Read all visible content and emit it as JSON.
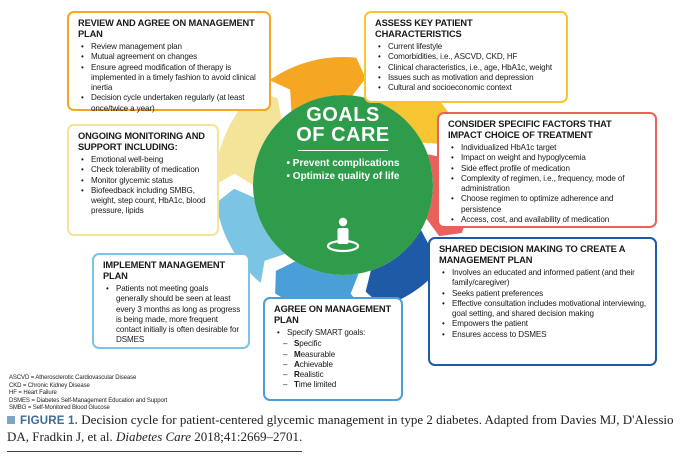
{
  "center": {
    "title_line1": "GOALS",
    "title_line2": "OF CARE",
    "goals": [
      "• Prevent complications",
      "• Optimize quality of life"
    ]
  },
  "boxes": {
    "review": {
      "title": "REVIEW AND AGREE ON MANAGEMENT PLAN",
      "items": [
        "Review management plan",
        "Mutual agreement on changes",
        "Ensure agreed modification of therapy is implemented in a timely fashion to avoid clinical inertia",
        "Decision cycle undertaken regularly (at least once/twice a year)"
      ]
    },
    "assess": {
      "title": "ASSESS KEY PATIENT CHARACTERISTICS",
      "items": [
        "Current lifestyle",
        "Comorbidities, i.e., ASCVD, CKD, HF",
        "Clinical characteristics, i.e., age, HbA1c, weight",
        "Issues such as motivation and depression",
        "Cultural and socioeconomic context"
      ]
    },
    "consider": {
      "title": "CONSIDER SPECIFIC FACTORS THAT IMPACT CHOICE OF TREATMENT",
      "items": [
        "Individualized HbA1c target",
        "Impact on weight and hypoglycemia",
        "Side effect profile of medication",
        "Complexity of regimen, i.e., frequency, mode of administration",
        "Choose regimen to optimize adherence and persistence",
        "Access, cost, and availability of medication"
      ]
    },
    "shared": {
      "title": "SHARED DECISION MAKING TO CREATE A MANAGEMENT PLAN",
      "items": [
        "Involves an educated and informed patient (and their family/caregiver)",
        "Seeks patient preferences",
        "Effective consultation includes motivational interviewing, goal setting, and shared decision making",
        "Empowers the patient",
        "Ensures access to DSMES"
      ]
    },
    "agree": {
      "title": "AGREE ON MANAGEMENT PLAN",
      "items": [
        "Specify SMART goals:"
      ],
      "smart": [
        {
          "letter": "S",
          "rest": "pecific"
        },
        {
          "letter": "M",
          "rest": "easurable"
        },
        {
          "letter": "A",
          "rest": "chievable"
        },
        {
          "letter": "R",
          "rest": "ealistic"
        },
        {
          "letter": "T",
          "rest": "ime limited"
        }
      ]
    },
    "implement": {
      "title": "IMPLEMENT MANAGEMENT PLAN",
      "items": [
        "Patients not meeting goals generally should be seen at least every 3 months as long as progress is being made, more frequent contact initially is often desirable for DSMES"
      ]
    },
    "ongoing": {
      "title": "ONGOING MONITORING AND SUPPORT INCLUDING:",
      "items": [
        "Emotional well-being",
        "Check tolerability of medication",
        "Monitor glycemic status",
        "Biofeedback including SMBG, weight, step count, HbA1c, blood pressure, lipids"
      ]
    }
  },
  "abbreviations": [
    "ASCVD = Atherosclerotic Cardiovascular Disease",
    "CKD = Chronic Kidney Disease",
    "HF = Heart Failure",
    "DSMES = Diabetes Self-Management Education and Support",
    "SMBG = Self-Monitored Blood Glucose"
  ],
  "caption": {
    "label": "FIGURE 1.",
    "text_before_journal": " Decision cycle for patient-centered glycemic management in type 2 diabetes. Adapted from Davies MJ, D'Alessio DA, Fradkin J, et al. ",
    "journal": "Diabetes Care",
    "text_after_journal": " 2018;41:2669–2701."
  },
  "colors": {
    "review": "#f5a623",
    "assess": "#f7c531",
    "consider": "#e8615a",
    "shared": "#1f5aa6",
    "agree": "#4a9fd8",
    "implement": "#7cc4e4",
    "ongoing": "#f3e49a",
    "center": "#2e9c4b",
    "caption_label": "#3b6d95"
  }
}
